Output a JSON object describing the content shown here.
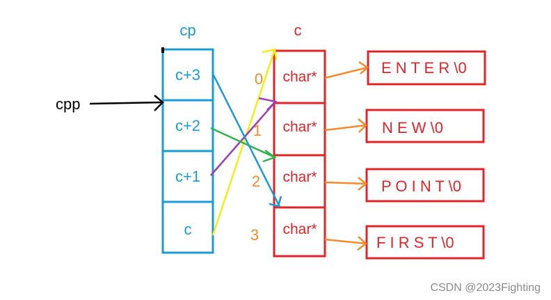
{
  "cp_label": "cp",
  "c_label": "c",
  "cpp_label": "cpp",
  "cp_cells": [
    "c+3",
    "c+2",
    "c+1",
    "c"
  ],
  "c_cells": [
    "char*",
    "char*",
    "char*",
    "char*"
  ],
  "indices": [
    "0",
    "1",
    "2",
    "3"
  ],
  "strings": [
    "E N T E R \\0",
    "N E W \\0",
    "P O I N T \\0",
    "F I R S T \\0"
  ],
  "watermark": "CSDN @2023Fighting",
  "colors": {
    "cp_blue": "#1b9bd6",
    "c_red": "#e0242a",
    "index_orange": "#f28a2e",
    "pointer_orange": "#f28a2e",
    "yellow": "#f7ec13",
    "green": "#2db34a",
    "purple": "#9b3fb5",
    "blue_arrow": "#1b9bd6"
  }
}
